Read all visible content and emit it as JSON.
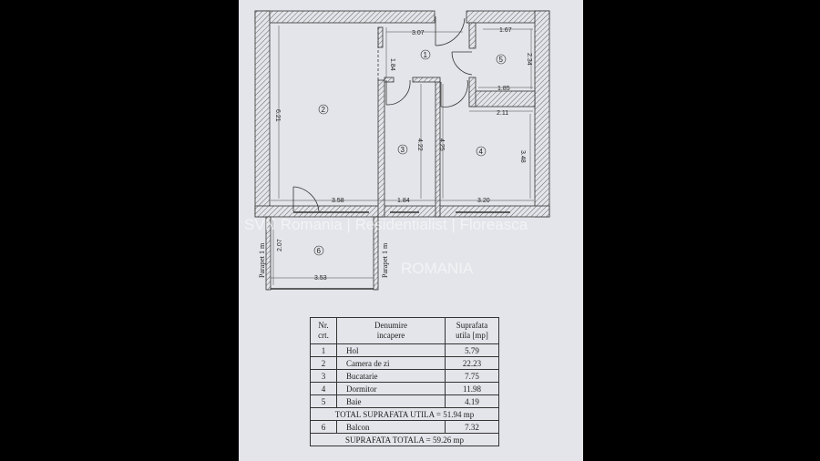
{
  "watermark": {
    "line1": "SVN Romania | Residentialist | Floreasca",
    "line2": "ROMANIA"
  },
  "plan": {
    "rooms": [
      "1",
      "2",
      "3",
      "4",
      "5",
      "6"
    ],
    "dimensions": {
      "hall_width": "3.07",
      "hall_depth": "1.84",
      "bath_top": "1.67",
      "bath_height": "2.34",
      "bath_bottom": "1.85",
      "bedroom_top": "2.11",
      "living_height": "6.21",
      "kitchen_height": "4.22",
      "bedroom_left": "4.25",
      "bedroom_right": "3.48",
      "living_width": "3.58",
      "kitchen_width": "1.84",
      "bedroom_width": "3.20",
      "balcony_height": "2.07",
      "balcony_width": "3.53"
    },
    "parapet_left": "Parapet 1 m",
    "parapet_right": "Parapet 1 m"
  },
  "table": {
    "headers": [
      [
        "Nr.",
        "crt."
      ],
      [
        "Denumire",
        "incapere"
      ],
      [
        "Suprafata",
        "utila [mp]"
      ]
    ],
    "rows": [
      {
        "nr": "1",
        "name": "Hol",
        "area": "5.79"
      },
      {
        "nr": "2",
        "name": "Camera de zi",
        "area": "22.23"
      },
      {
        "nr": "3",
        "name": "Bucatarie",
        "area": "7.75"
      },
      {
        "nr": "4",
        "name": "Dormitor",
        "area": "11.98"
      },
      {
        "nr": "5",
        "name": "Baie",
        "area": "4.19"
      }
    ],
    "total_util": "TOTAL SUPRAFATA UTILA = 51.94 mp",
    "balcony": {
      "nr": "6",
      "name": "Balcon",
      "area": "7.32"
    },
    "total": "SUPRAFATA TOTALA = 59.26 mp"
  }
}
